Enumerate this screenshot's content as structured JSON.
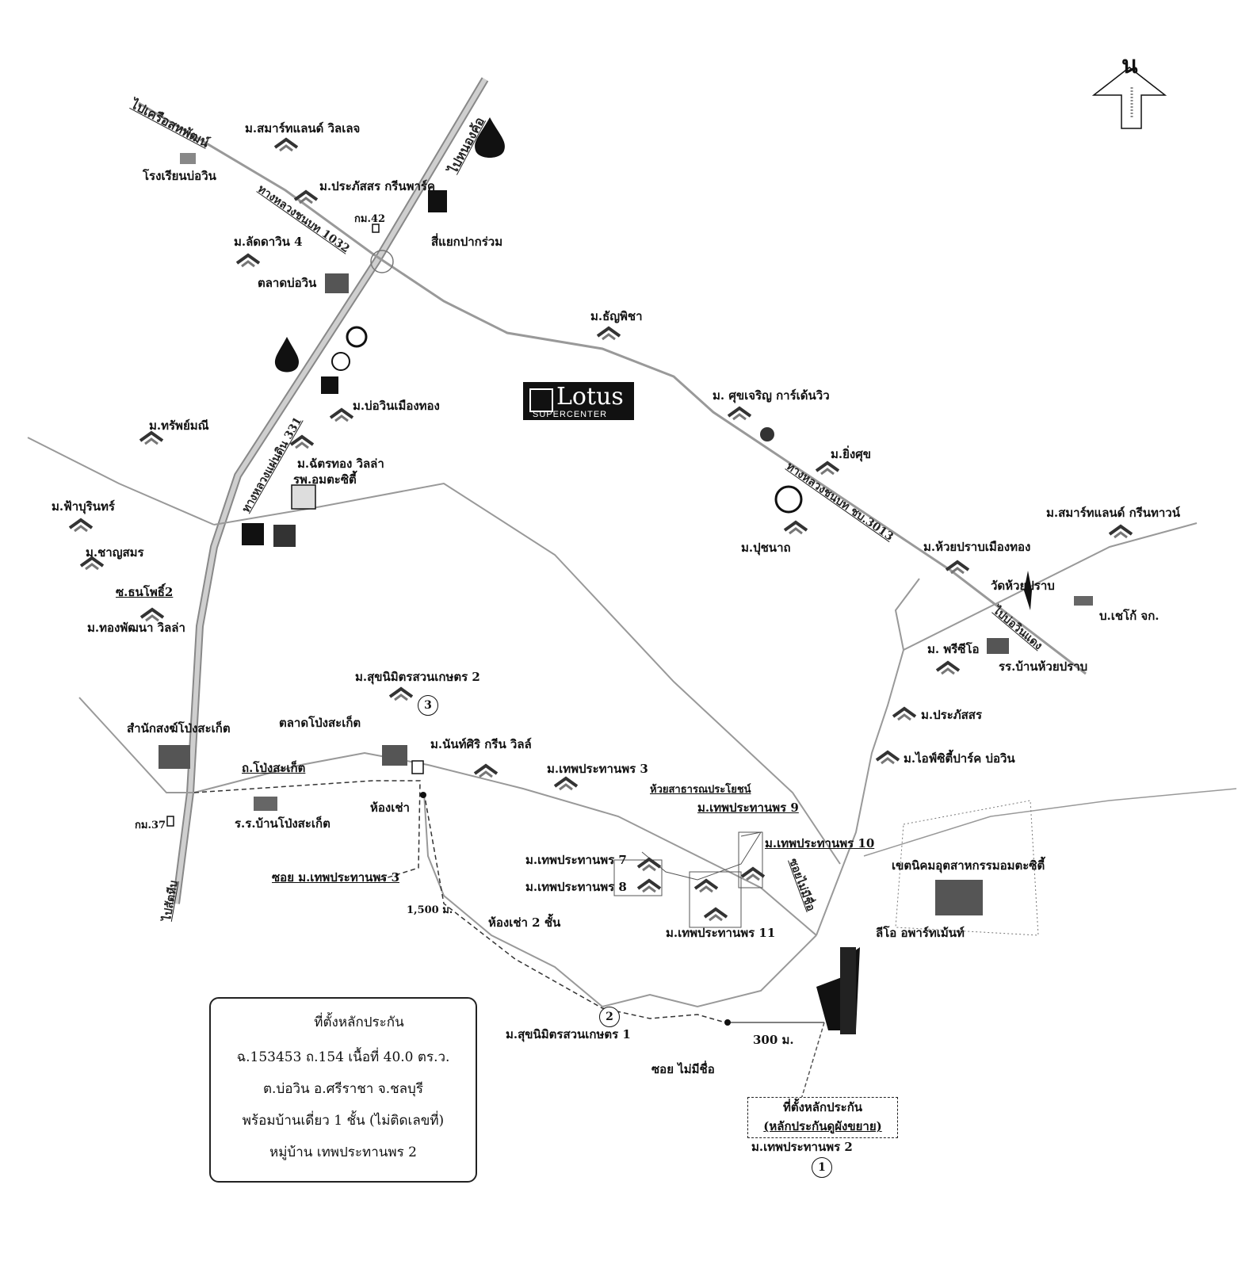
{
  "north": {
    "label": "น"
  },
  "brand": {
    "name": "Lotus",
    "sub": "SUPERCENTER"
  },
  "roads": {
    "to_klong": "ไปเครือสหพัฒน์",
    "hw1032": "ทางหลวงชนบท 1032",
    "to_nong": "ไปหนองค้อ",
    "hw331": "ทางหลวงแผ่นดิน 331",
    "hw3013": "ทางหลวงชนบท ชบ.3013",
    "to_ban": "ไปบ่อวินแดง",
    "to_sattahip": "ไปสัตหีบ",
    "pongsaket_rd": "ถ.โป่งสะเก็ต",
    "soi_unnamed_rot": "ซอยไม่มีชื่อ",
    "soi_thep3": "ซอย ม.เทพประทานพร 3",
    "soi_unnamed": "ซอย ไม่มีชื่อ",
    "dist_1500": "1,500 ม.",
    "dist_300": "300 ม."
  },
  "places": {
    "smartland_village": "ม.สมาร์ทแลนด์ วิลเลจ",
    "school_bowin": "โรงเรียนบ่อวิน",
    "prapassorn_green": "ม.ประภัสสร กรีนพาร์ค",
    "km42": "กม.42",
    "junction": "สี่แยกปากร่วม",
    "ladawin4": "ม.ลัดดาวิน 4",
    "bowin_market": "ตลาดบ่อวิน",
    "thanyapicha": "ม.ธัญพิชา",
    "bowin_muangthong": "ม.บ่อวินเมืองทอง",
    "suk_charoen": "ม. ศุขเจริญ การ์เด้นวิว",
    "sapmanee": "ม.ทรัพย์มณี",
    "chatthong": "ม.ฉัตรทอง วิลล่า",
    "amata_hosp": "รพ.อมตะซิตี้",
    "ying_suk": "ม.ยิ่งศุข",
    "fahburin": "ม.ฟ้าบุรินทร์",
    "chayasamon": "ม.ชาญสมร",
    "thanphothi": "ซ.ธนโพธิ์2",
    "thongphatthana": "ม.ทองพัฒนา วิลล่า",
    "puchanat": "ม.ปุชนาถ",
    "smartland_green": "ม.สมาร์ทแลนด์ กรีนทาวน์",
    "huaipra_muangthong": "ม.ห้วยปราบเมืองทอง",
    "wat_huaipra": "วัดห้วยปราบ",
    "checo": "บ.เชโก้ จก.",
    "prichio": "ม. พรีซีโอ",
    "huaipra_school": "รร.บ้านห้วยปราบ",
    "suk_nimit2": "ม.สุขนิมิตรสวนเกษตร 2",
    "pongsaket_market": "ตลาดโป่งสะเก็ต",
    "pongsaket_monk": "สำนักสงฆ์โป่งสะเก็ต",
    "nanthasiri": "ม.นันท์ศิริ กรีน วิลล์",
    "thep3": "ม.เทพประทานพร 3",
    "prapassorn": "ม.ประภัสสร",
    "ifc_park": "ม.ไอฟ์ซิตี้ปาร์ค บ่อวิน",
    "km37": "กม.37",
    "pongsaket_school": "ร.ร.บ้านโป่งสะเก็ต",
    "room_rent": "ห้องเช่า",
    "huai_sarn": "ห้วยสาธารณประโยชน์",
    "thep9": "ม.เทพประทานพร 9",
    "thep10": "ม.เทพประทานพร 10",
    "thep7": "ม.เทพประทานพร 7",
    "thep8": "ม.เทพประทานพร 8",
    "amata_estate": "เขตนิคมอุตสาหกรรมอมตะซิตี้",
    "room_rent2": "ห้องเช่า 2 ชั้น",
    "thep11": "ม.เทพประทานพร 11",
    "leo_apartment": "ลีโอ อพาร์ทเม้นท์",
    "suk_nimit1": "ม.สุขนิมิตรสวนเกษตร 1",
    "thep2": "ม.เทพประทานพร 2"
  },
  "pin": {
    "line1": "ที่ตั้งหลักประกัน",
    "line2": "(หลักประกันดูผังขยาย)"
  },
  "legend": {
    "title": "ที่ตั้งหลักประกัน",
    "line1": "ฉ.153453 ถ.154 เนื้อที่ 40.0 ตร.ว.",
    "line2": "ต.บ่อวิน อ.ศรีราชา จ.ชลบุรี",
    "line3": "พร้อมบ้านเดี่ยว 1 ชั้น (ไม่ติดเลขที่)",
    "line4": "หมู่บ้าน เทพประทานพร 2"
  },
  "markers": {
    "m1": "1",
    "m2": "2",
    "m3": "3"
  },
  "colors": {
    "road": "#9a9a9a",
    "ink": "#111111",
    "paper": "#ffffff"
  }
}
